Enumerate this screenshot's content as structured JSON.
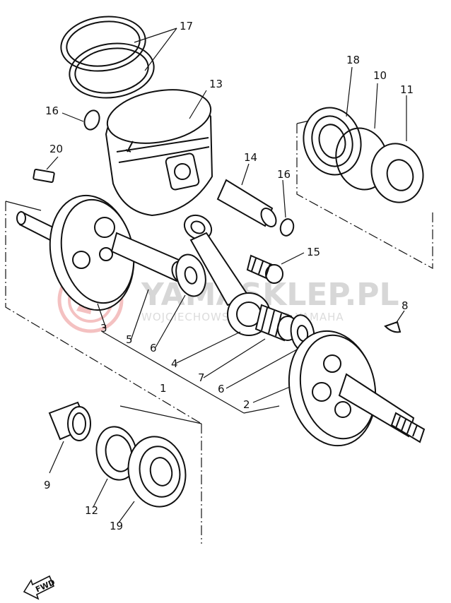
{
  "watermark": {
    "brand": "YAMASKLEP.PL",
    "subtitle": "WOJCIECHOWSKI DEALER YAMAHA"
  },
  "fwd_label": "FWD",
  "callouts": [
    {
      "id": "17",
      "text": "17"
    },
    {
      "id": "16a",
      "text": "16"
    },
    {
      "id": "13",
      "text": "13"
    },
    {
      "id": "18",
      "text": "18"
    },
    {
      "id": "10",
      "text": "10"
    },
    {
      "id": "11",
      "text": "11"
    },
    {
      "id": "20",
      "text": "20"
    },
    {
      "id": "14",
      "text": "14"
    },
    {
      "id": "16b",
      "text": "16"
    },
    {
      "id": "15",
      "text": "15"
    },
    {
      "id": "8",
      "text": "8"
    },
    {
      "id": "3",
      "text": "3"
    },
    {
      "id": "5",
      "text": "5"
    },
    {
      "id": "6a",
      "text": "6"
    },
    {
      "id": "4",
      "text": "4"
    },
    {
      "id": "7",
      "text": "7"
    },
    {
      "id": "1",
      "text": "1"
    },
    {
      "id": "6b",
      "text": "6"
    },
    {
      "id": "2",
      "text": "2"
    },
    {
      "id": "9",
      "text": "9"
    },
    {
      "id": "12",
      "text": "12"
    },
    {
      "id": "19",
      "text": "19"
    }
  ]
}
